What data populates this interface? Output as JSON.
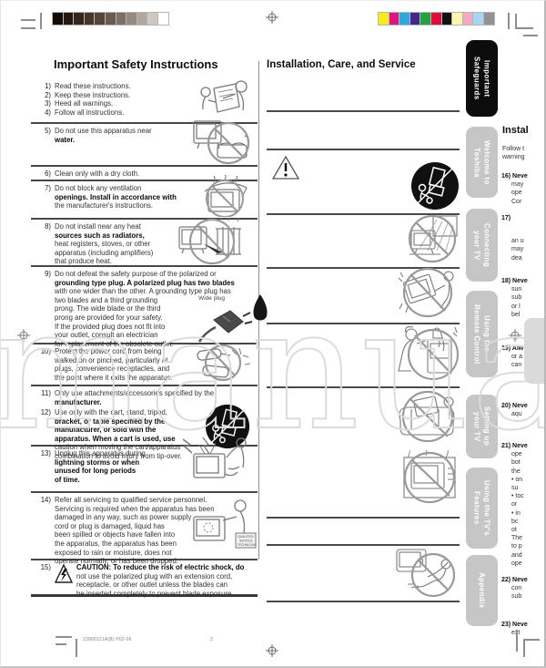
{
  "watermark": "manual",
  "print_marks": {
    "grayscale_bar": [
      "#120b07",
      "#251812",
      "#35251c",
      "#463629",
      "#554538",
      "#695a4c",
      "#7d7166",
      "#968b82",
      "#b0a8a0",
      "#cfc8c2",
      "#ffffff"
    ],
    "color_bar": [
      "#f6ec1b",
      "#e3137e",
      "#2ea6de",
      "#45288e",
      "#23a244",
      "#dd0b3b",
      "#121212",
      "#f8f5ad",
      "#f3a8c3",
      "#a6d6f3",
      "#909392"
    ]
  },
  "left": {
    "title": "Important Safety Instructions",
    "wide_plug_label": "Wide plug",
    "service_sign": [
      "QUALIFIED",
      "SERVICE",
      "TECHNICIAN"
    ],
    "items": [
      {
        "n": "1)",
        "lines": [
          [
            "Read these instructions.",
            0
          ]
        ]
      },
      {
        "n": "2)",
        "lines": [
          [
            "Keep these instructions.",
            0
          ]
        ]
      },
      {
        "n": "3)",
        "lines": [
          [
            "Heed all warnings.",
            0
          ]
        ]
      },
      {
        "n": "4)",
        "lines": [
          [
            "Follow all instructions.",
            0
          ]
        ]
      },
      {
        "n": "5)",
        "lines": [
          [
            "Do not use this apparatus near",
            0
          ],
          [
            "water.",
            1
          ]
        ]
      },
      {
        "n": "6)",
        "lines": [
          [
            "Clean only with a dry cloth.",
            0
          ]
        ]
      },
      {
        "n": "7)",
        "lines": [
          [
            "Do not block any ventilation",
            0
          ],
          [
            "openings. Install in accordance with",
            1
          ],
          [
            "the manufacturer's instructions.",
            0
          ]
        ]
      },
      {
        "n": "8)",
        "lines": [
          [
            "Do not install near any heat",
            0
          ],
          [
            "sources such as radiators,",
            1
          ],
          [
            "heat registers, stoves, or other",
            0
          ],
          [
            "apparatus (including amplifiers)",
            0
          ],
          [
            "that produce heat.",
            0
          ]
        ]
      },
      {
        "n": "9)",
        "lines": [
          [
            "Do not defeat the safety purpose of the polarized or",
            0
          ],
          [
            "grounding type plug. A polarized plug has two blades",
            1
          ],
          [
            "with one wider than the other. A grounding type plug has",
            0
          ],
          [
            "two blades and a third grounding",
            0
          ],
          [
            "prong. The wide blade or the third",
            0
          ],
          [
            "prong are provided for your safety.",
            0
          ],
          [
            "If the provided plug does not fit into",
            0
          ],
          [
            "your outlet, consult an electrician",
            0
          ],
          [
            "for replacement of the obsolete outlet.",
            0
          ]
        ]
      },
      {
        "n": "10)",
        "lines": [
          [
            "Protect the power cord from being",
            0
          ],
          [
            "walked on or pinched, particularly at",
            0
          ],
          [
            "plugs, convenience receptacles, and",
            0
          ],
          [
            "the point where it exits the apparatus.",
            0
          ]
        ]
      },
      {
        "n": "11)",
        "lines": [
          [
            "Only use attachments/accessories specified by the",
            0
          ],
          [
            "manufacturer.",
            1
          ]
        ]
      },
      {
        "n": "12)",
        "lines": [
          [
            "Use only with the cart, stand, tripod,",
            0
          ],
          [
            "bracket, or table specified by the",
            1
          ],
          [
            "manufacturer, or sold with the",
            1
          ],
          [
            "apparatus. When a cart is used, use",
            1
          ],
          [
            "caution when moving the cart/apparatus",
            0
          ],
          [
            "combination to avoid injury from tip-over.",
            0
          ]
        ]
      },
      {
        "n": "13)",
        "lines": [
          [
            "Unplug this apparatus during",
            0
          ],
          [
            "lightning storms or when",
            1
          ],
          [
            "unused for long periods",
            1
          ],
          [
            "of time.",
            1
          ]
        ]
      },
      {
        "n": "14)",
        "lines": [
          [
            "Refer all servicing to qualified service personnel.",
            0
          ],
          [
            "Servicing is required when the apparatus has been",
            0
          ],
          [
            "damaged in any way, such as power supply",
            0
          ],
          [
            "cord or plug is damaged, liquid has",
            0
          ],
          [
            "been spilled or objects have fallen into",
            0
          ],
          [
            "the apparatus, the apparatus has been",
            0
          ],
          [
            "exposed to rain or moisture, does not",
            0
          ],
          [
            "operate normally, or has been dropped.",
            0
          ]
        ]
      },
      {
        "n": "15)",
        "lines": [
          [
            "CAUTION: To reduce the risk of electric shock, do",
            1
          ],
          [
            "not use the polarized plug with an extension cord,",
            0
          ],
          [
            "receptacle, or other outlet unless the blades can",
            0
          ],
          [
            "be inserted completely to prevent blade exposure.",
            0
          ]
        ]
      }
    ]
  },
  "middle": {
    "title": "Installation, Care, and Service"
  },
  "tabs": [
    {
      "label": "Important Safeguards",
      "lines": [
        "Important",
        "Safeguards"
      ],
      "active": true
    },
    {
      "label": "Welcome to Toshiba",
      "lines": [
        "Welcome to",
        "Toshiba"
      ],
      "active": false
    },
    {
      "label": "Connecting your TV",
      "lines": [
        "Connecting",
        "your TV"
      ],
      "active": false
    },
    {
      "label": "Using the Remote Control",
      "lines": [
        "Using the",
        "Remote Control"
      ],
      "active": false
    },
    {
      "label": "Setting up your TV",
      "lines": [
        "Setting up",
        "your TV"
      ],
      "active": false
    },
    {
      "label": "Using the TV's Features",
      "lines": [
        "Using the TV's",
        "Features"
      ],
      "active": false
    },
    {
      "label": "Appendix",
      "lines": [
        "Appendix"
      ],
      "active": false
    }
  ],
  "right": {
    "heading": "Instal",
    "intro": [
      "Follow t",
      "warning"
    ],
    "items": [
      {
        "n": "16)",
        "lead": "Neve",
        "lines": [
          "may",
          "ope",
          "Cor"
        ]
      },
      {
        "n": "17)",
        "lead": "",
        "lines": [
          "an u",
          "may",
          "dea"
        ]
      },
      {
        "n": "18)",
        "lead": "Neve",
        "lines": [
          "sun",
          "sub",
          "or l",
          "bel"
        ]
      },
      {
        "n": "19)",
        "lead": "Alw",
        "lines": [
          "or a",
          "can"
        ]
      },
      {
        "n": "20)",
        "lead": "Neve",
        "lines": [
          "aqu"
        ]
      },
      {
        "n": "21)",
        "lead": "Neve",
        "lines": [
          "ope",
          "bot",
          "the",
          "• on",
          "su",
          "• toc",
          "or",
          "• in",
          "bc",
          "ot",
          "The",
          "to p",
          "and",
          "ope"
        ]
      },
      {
        "n": "22)",
        "lead": "Neve",
        "lines": [
          "con",
          "sub"
        ]
      },
      {
        "n": "23)",
        "lead": "Neve",
        "lines": [
          "ext"
        ]
      }
    ]
  },
  "footer": {
    "left": "23900121A(B)  P02-06",
    "page": "3"
  }
}
